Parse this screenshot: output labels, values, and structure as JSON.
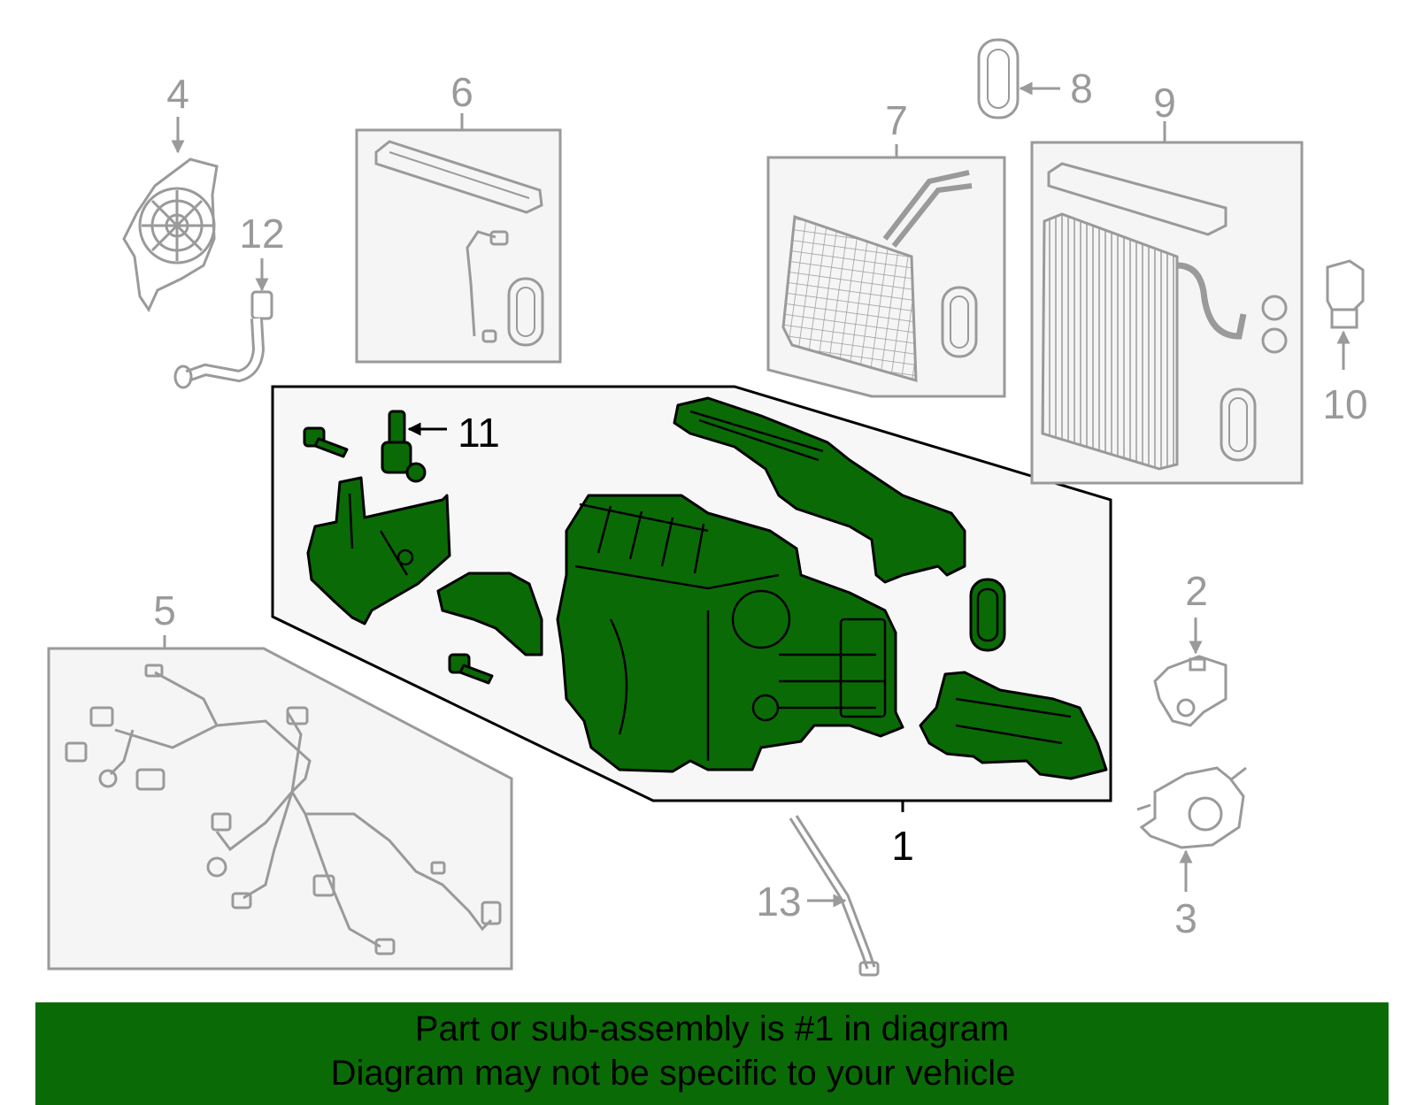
{
  "diagram": {
    "callouts": {
      "c1": "1",
      "c2": "2",
      "c3": "3",
      "c4": "4",
      "c5": "5",
      "c6": "6",
      "c7": "7",
      "c8": "8",
      "c9": "9",
      "c10": "10",
      "c11": "11",
      "c12": "12",
      "c13": "13"
    },
    "highlighted_callout": "1"
  },
  "colors": {
    "highlight_fill": "#0a6b06",
    "highlight_stroke": "#000000",
    "part_stroke": "#9a9a9a",
    "panel_fill": "#f5f5f5",
    "banner_bg": "#0a6b06"
  },
  "banner": {
    "line1": "Part or sub-assembly is #1 in diagram",
    "line2": "Diagram may not be specific to your vehicle"
  }
}
